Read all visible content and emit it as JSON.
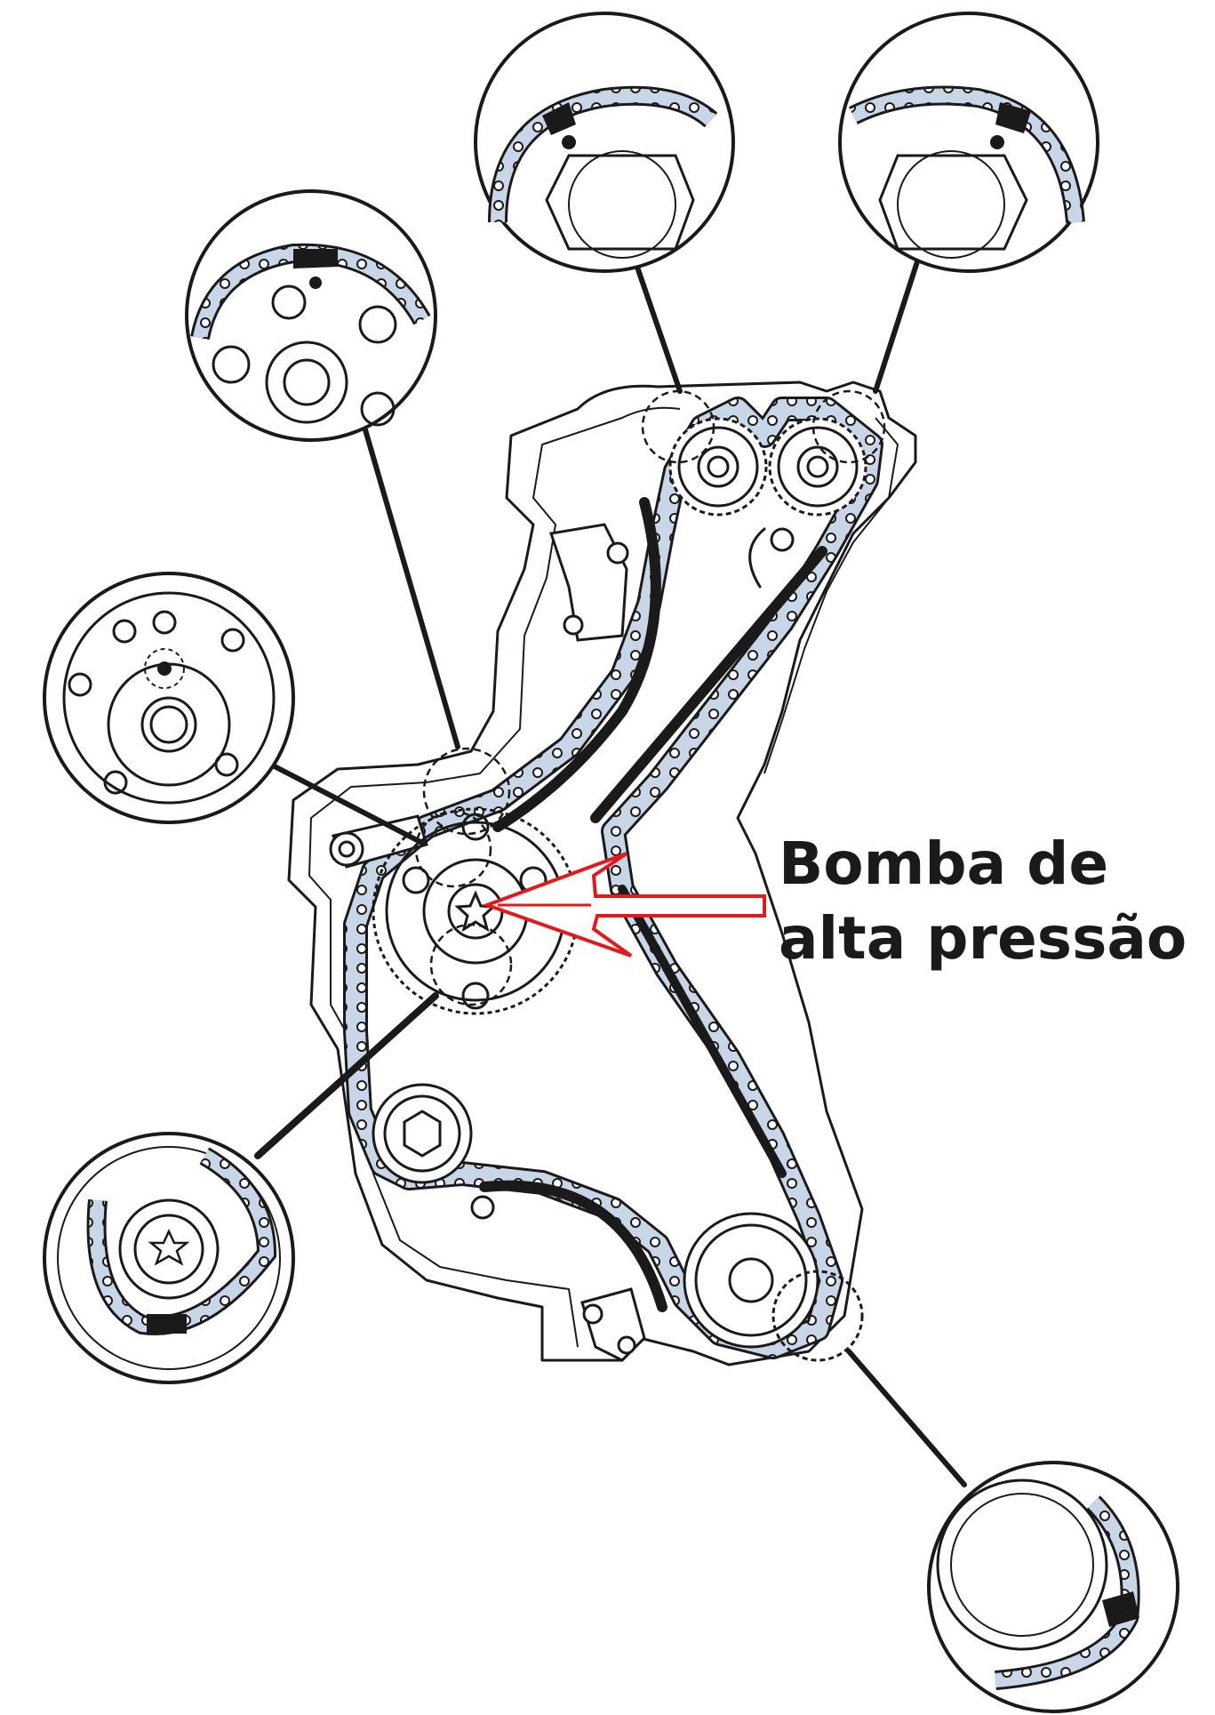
{
  "callout": {
    "line1": "Bomba de",
    "line2": "alta pressão"
  },
  "colors": {
    "ink": "#1a1a1a",
    "chain_fill": "#c9d6e8",
    "arrow": "#e4191c",
    "background": "#ffffff"
  },
  "icons": {
    "arrow": "callout-arrow-icon",
    "detail_circle": "magnifier-detail-circle"
  }
}
